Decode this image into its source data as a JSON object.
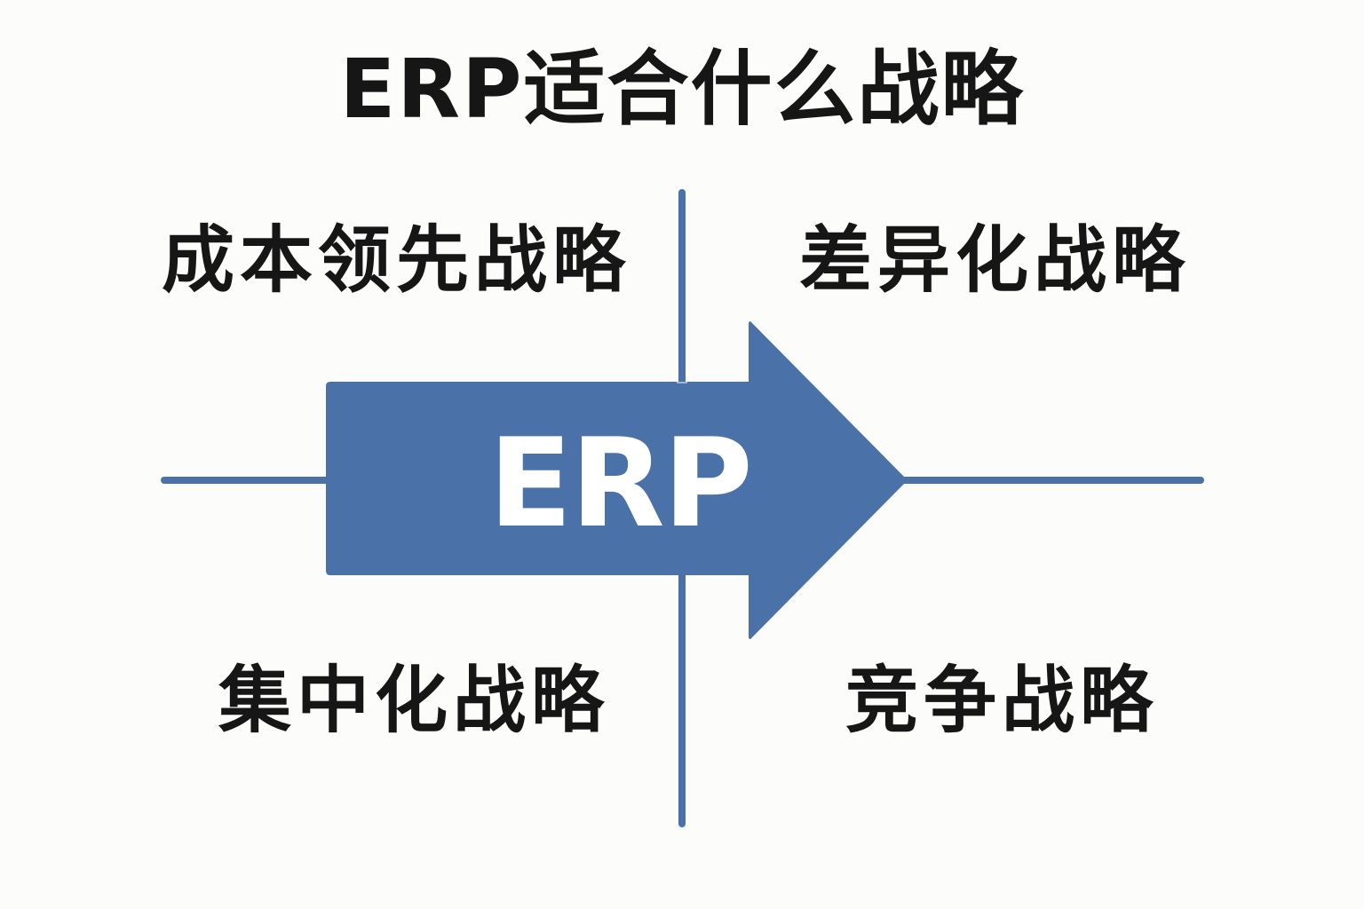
{
  "title": "ERP适合什么战略",
  "center": {
    "label": "ERP",
    "shape": "right-arrow"
  },
  "quadrants": {
    "top_left": "成本领先战略",
    "top_right": "差异化战略",
    "bottom_left": "集中化战略",
    "bottom_right": "竞争战略"
  },
  "colors": {
    "accent": "#4a72a8",
    "axis": "#4a72a8",
    "text": "#161616",
    "arrow_text": "#ffffff",
    "background": "#fcfcfb"
  }
}
